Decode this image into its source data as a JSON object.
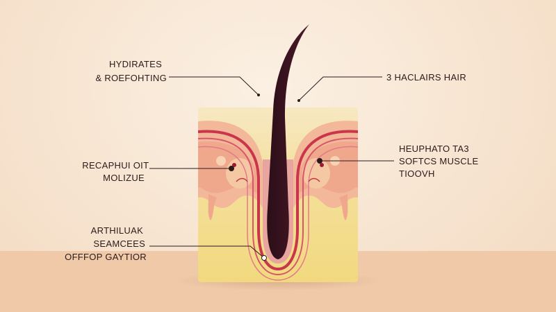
{
  "labels": {
    "top_left": [
      "HYDIRATES",
      "& ROEFOHTING"
    ],
    "top_right": [
      "3 HACLAIRS HAIR"
    ],
    "mid_left": [
      "RECAPHUI OIT",
      "MOLIZUE"
    ],
    "mid_right": [
      "HEUPHATO TA3",
      "SOFTCS MUSCLE",
      "TIOOVH"
    ],
    "bottom_left": [
      "ARTHILUAK",
      "SEAMCEES",
      "OFFFOP GAYTIOR"
    ]
  },
  "colors": {
    "background": "#f7e4d0",
    "floor": "#efc9a8",
    "skin_top": "#f6e3b4",
    "skin_bottom": "#f2dc86",
    "epidermis": "#f1a98f",
    "dermis_line": "#c9364a",
    "hair": "#3a1420",
    "gland": "#f2c09d"
  }
}
